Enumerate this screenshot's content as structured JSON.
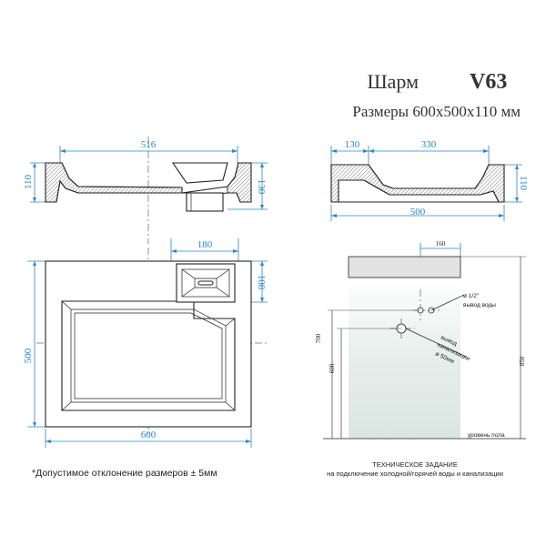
{
  "header": {
    "title_prefix": "Шарм",
    "title_model": "V63",
    "subtitle": "Размеры 600х500х110 мм"
  },
  "front_view": {
    "width_label": "516",
    "height_left_label": "110",
    "height_right_label": "130"
  },
  "side_view": {
    "left_label": "130",
    "right_label": "330",
    "total_label": "500",
    "height_label": "110"
  },
  "top_view": {
    "drain_width_label": "180",
    "drain_depth_label": "108",
    "depth_label": "500",
    "width_label": "600"
  },
  "install": {
    "offset_label": "160",
    "water_label_1": "ø 1/2\"",
    "water_label_2": "вывод воды",
    "sewer_label_1": "вывод",
    "sewer_label_2": "канализации",
    "sewer_label_3": "ø 50мм",
    "h700": "700",
    "h600": "600",
    "h850": "850",
    "floor_label": "уровень пола"
  },
  "footer": {
    "tolerance_note": "*Допустимое отклонение размеров ± 5мм",
    "spec_title": "ТЕХНИЧЕСКОЕ ЗАДАНИЕ",
    "spec_desc": "на подключение холодной/горячей воды и канализации"
  },
  "colors": {
    "dimension": "#2a86c8",
    "outline": "#222222",
    "wall_fill": "#e4ece9",
    "counter_fill": "#e2e2e2"
  }
}
